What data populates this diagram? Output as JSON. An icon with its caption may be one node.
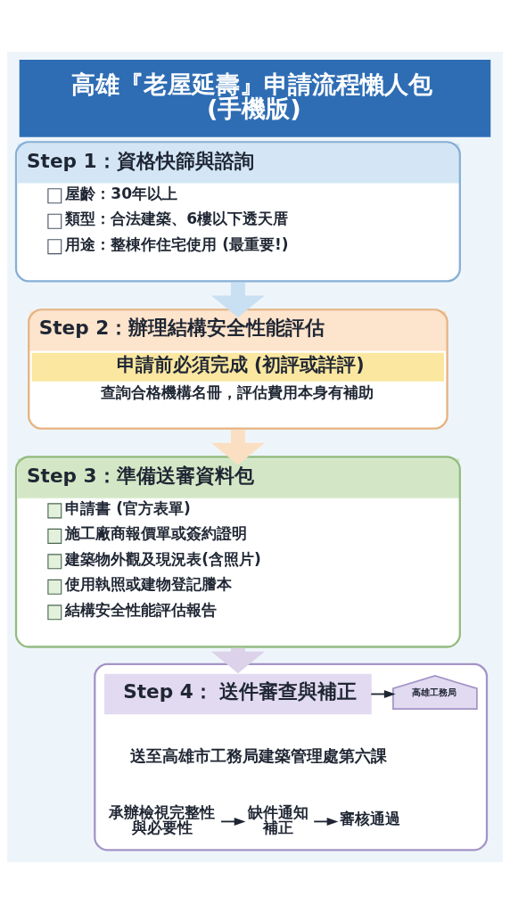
{
  "diagram": {
    "title": "高雄『老屋延壽』申請流程懶人包(手機版)",
    "nodes": [
      {
        "text": [
          "Step 1：資格快篩與諮詢",
          "屋齡：30年以上",
          "類型：合法建築、6樓以下透天厝",
          "用途：整棟作住宅使用 (最重要!)"
        ]
      },
      {
        "text": [
          "Step 2：辦理結構安全性能評估",
          "申請前必須完成 (初評或詳評)",
          "查詢合格機構名冊，評估費用本身有補助"
        ]
      },
      {
        "text": [
          "Step 3：準備送審資料包",
          "申請書 (官方表單)",
          "施工廠商報價單或簽約證明",
          "建築物外觀及現況表(含照片)",
          "使用執照或建物登記謄本",
          "結構安全性能評估報告"
        ]
      },
      {
        "text": [],
        "shape": "box"
      },
      {
        "text": [
          "Step 4： 送件審查與補正"
        ],
        "in": 3
      },
      {
        "text": [
          "高雄工務局"
        ],
        "in": 3
      },
      {
        "text": [
          "承辦檢視完整性與必要性"
        ],
        "in": 3
      },
      {
        "text": [
          "缺件通知補正"
        ],
        "in": 3
      },
      {
        "text": [
          "審核通過"
        ],
        "in": 3
      }
    ],
    "edges": [
      {
        "from": 0,
        "to": 1,
        "arrow": "to",
        "style": "thick",
        "color": "#c9dff2"
      },
      {
        "from": 1,
        "to": 2,
        "arrow": "to",
        "style": "thick",
        "color": "#fbdfc2"
      },
      {
        "from": 2,
        "to": 3,
        "arrow": "to",
        "style": "thick",
        "color": "#dcd2ea"
      },
      {
        "from": 4,
        "to": 5,
        "arrow": "to"
      },
      {
        "from": 6,
        "to": 7,
        "arrow": "to"
      },
      {
        "from": 7,
        "to": 8,
        "arrow": "to"
      }
    ],
    "labels": [
      "送至高雄市工務局建築管理處第六課"
    ]
  }
}
